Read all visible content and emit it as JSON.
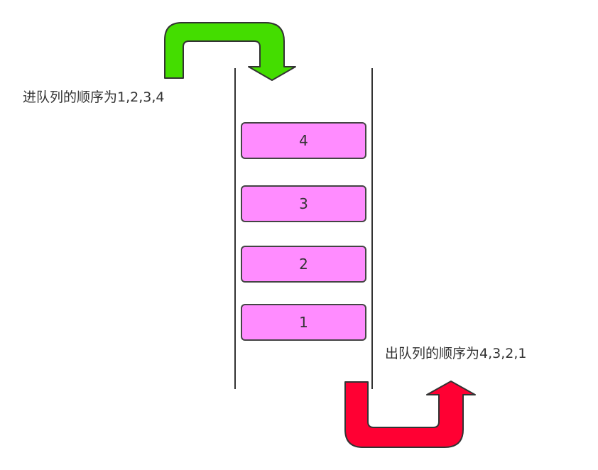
{
  "enqueue": {
    "label": "进队列的顺序为1,2,3,4",
    "arrow_color": "#44dd00"
  },
  "dequeue": {
    "label": "出队列的顺序为4,3,2,1",
    "arrow_color": "#ff0033"
  },
  "queue": {
    "box_color": "#ff8cff",
    "items": [
      "4",
      "3",
      "2",
      "1"
    ]
  }
}
